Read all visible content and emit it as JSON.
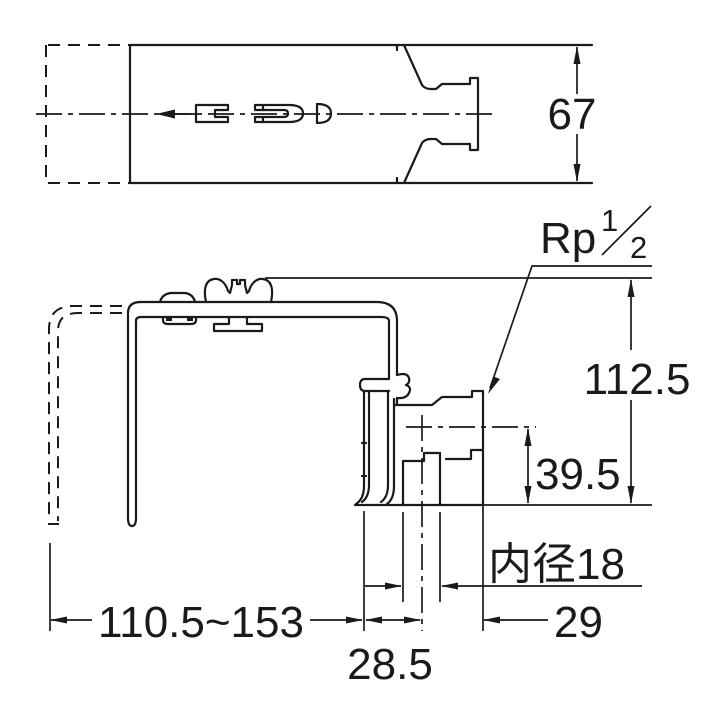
{
  "meta": {
    "background": "#ffffff",
    "line_color": "#1a1a1a",
    "drawing_type": "faucet-dimension-drawing"
  },
  "drawing": {
    "top_view": {
      "dim_body_height": "67"
    },
    "side_view": {
      "thread_label": {
        "prefix": "Rp",
        "numerator": "1",
        "denominator": "2"
      },
      "dim_total_height": "112.5",
      "dim_inlet_center_height": "39.5",
      "dim_inner_diameter": "内径18",
      "dim_inlet_offset": "29",
      "dim_outlet_offset": "28.5",
      "dim_spout_reach_range": "110.5~153"
    }
  }
}
